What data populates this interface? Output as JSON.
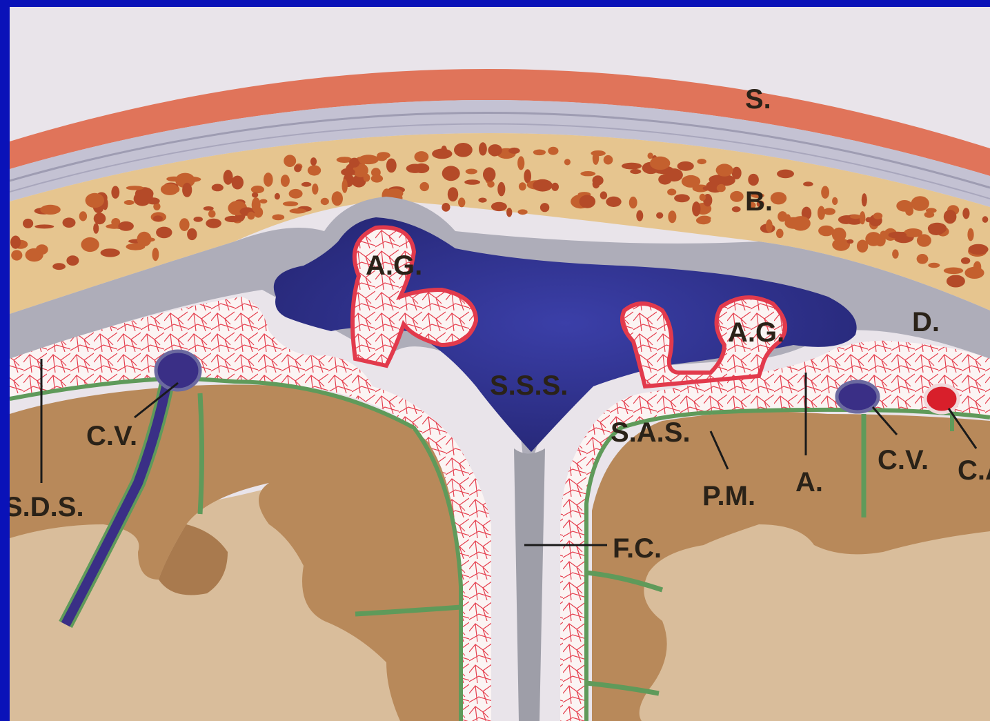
{
  "labels": {
    "scalp": "S.",
    "bone": "B.",
    "dura": "D.",
    "ag_left": "A.G.",
    "ag_right": "A.G.",
    "sss": "S.S.S.",
    "sas": "S.A.S.",
    "cv_left": "C.V.",
    "cv_right": "C.V.",
    "ca": "C.A.",
    "sds": "S.D.S.",
    "pm": "P.M.",
    "arachnoid": "A.",
    "fc": "F.C."
  },
  "colors": {
    "frame": "#0a12b8",
    "background": "#e9e4ea",
    "scalp": "#e0745a",
    "periosteum": "#b9b7c9",
    "bone": "#e6c58f",
    "marrow": "#b44a28",
    "dura": "#a9a8b5",
    "sinus": "#2e2f8f",
    "arachnoid_web": "#e43c4f",
    "csf_space": "#fbf4f3",
    "pia": "#5f9a5a",
    "gray_matter": "#b78a5a",
    "white_matter": "#d8bb98",
    "vein": "#3a2f86",
    "artery": "#d81f2b"
  }
}
